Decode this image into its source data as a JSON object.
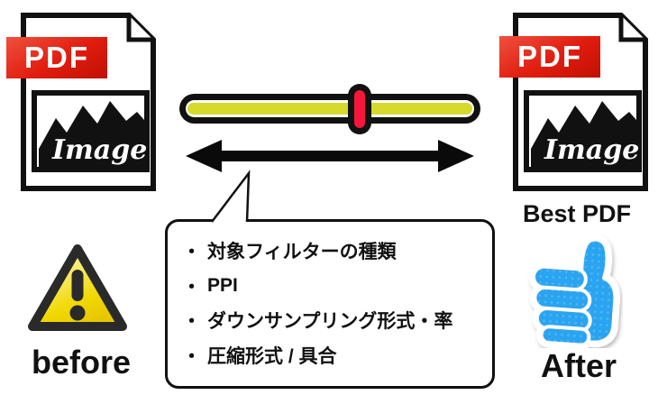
{
  "labels": {
    "pdf_badge": "PDF",
    "image_text": "Image",
    "best_pdf": "Best PDF",
    "before": "before",
    "after": "After"
  },
  "bubble": {
    "bullet": "・",
    "items": [
      "対象フィルターの種類",
      "PPI",
      "ダウンサンプリング形式・率",
      "圧縮形式 / 具合"
    ]
  },
  "slider": {
    "position_percent": 60
  },
  "colors": {
    "badge_red": "#e01c0e",
    "track_yellow": "#d5da2c",
    "handle_red": "#f5163b",
    "warning_yellow": "#f0d800",
    "thumb_blue": "#2aa4f1",
    "outline_black": "#111111"
  }
}
